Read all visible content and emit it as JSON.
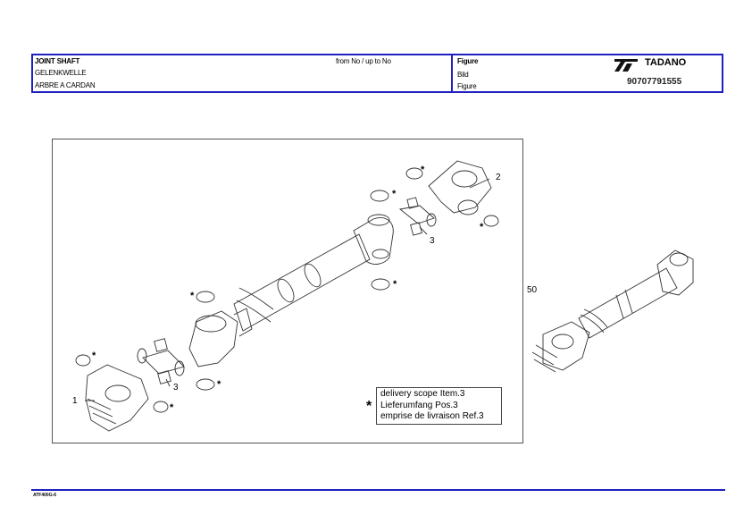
{
  "header": {
    "title_en": "JOINT SHAFT",
    "title_de": "GELENKWELLE",
    "title_fr": "ARBRE A CARDAN",
    "range": "from No / up to No",
    "figure_en": "Figure",
    "figure_de": "Bild",
    "figure_fr": "Figure",
    "brand": "TADANO",
    "doc_number": "90707791555"
  },
  "callouts": {
    "item1": "1",
    "item2": "2",
    "item3a": "3",
    "item3b": "3",
    "item50": "50",
    "star": "*"
  },
  "scope_note": {
    "star": "*",
    "line1": "delivery scope Item.3",
    "line2": "Lieferumfang Pos.3",
    "line3": "emprise de livraison Ref.3"
  },
  "footer": {
    "code": "ATF400G-6"
  },
  "colors": {
    "accent_blue": "#2020c0"
  }
}
